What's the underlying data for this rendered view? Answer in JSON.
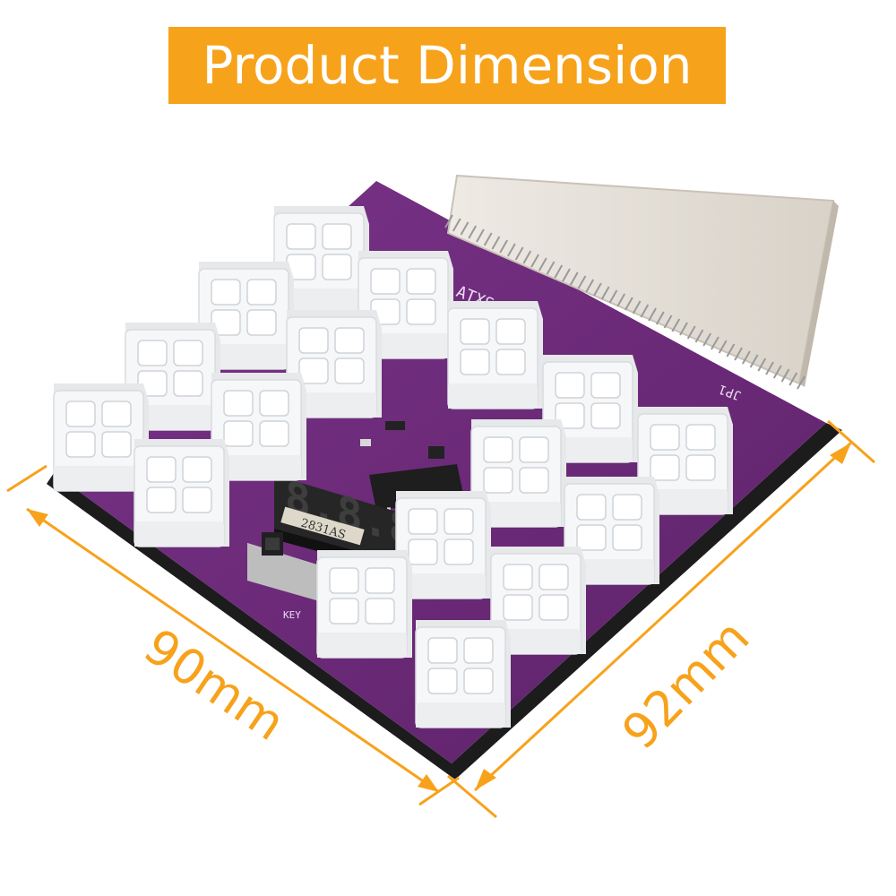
{
  "title": "Product Dimension",
  "dimensions": {
    "width_label": "90mm",
    "depth_label": "92mm"
  },
  "board": {
    "display_reading": "8.8.8",
    "display_part": "2831AS",
    "switch_label": "KEY",
    "connector_label": "JP1",
    "silkscreen_text": "ATXS"
  },
  "colors": {
    "accent": "#f7a21b",
    "pcb": "#6a2a78",
    "connector": "#f4f4f4"
  }
}
